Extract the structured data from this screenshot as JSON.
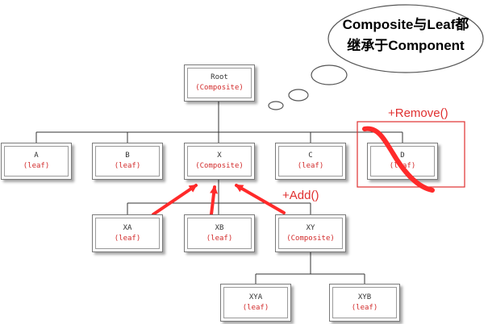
{
  "callout": {
    "line1": "Composite与Leaf都",
    "line2": "继承于Component"
  },
  "annotations": {
    "remove": "+Remove()",
    "add": "+Add()"
  },
  "nodes": {
    "root": {
      "name": "Root",
      "kind": "(Composite)"
    },
    "a": {
      "name": "A",
      "kind": "(leaf)"
    },
    "b": {
      "name": "B",
      "kind": "(leaf)"
    },
    "x": {
      "name": "X",
      "kind": "(Composite)"
    },
    "c": {
      "name": "C",
      "kind": "(leaf)"
    },
    "d": {
      "name": "D",
      "kind": "(leaf)"
    },
    "xa": {
      "name": "XA",
      "kind": "(leaf)"
    },
    "xb": {
      "name": "XB",
      "kind": "(leaf)"
    },
    "xy": {
      "name": "XY",
      "kind": "(Composite)"
    },
    "xya": {
      "name": "XYA",
      "kind": "(leaf)"
    },
    "xyb": {
      "name": "XYB",
      "kind": "(leaf)"
    }
  },
  "colors": {
    "accent": "#e03030",
    "kind_text": "#d22b2b",
    "line": "#333333"
  }
}
